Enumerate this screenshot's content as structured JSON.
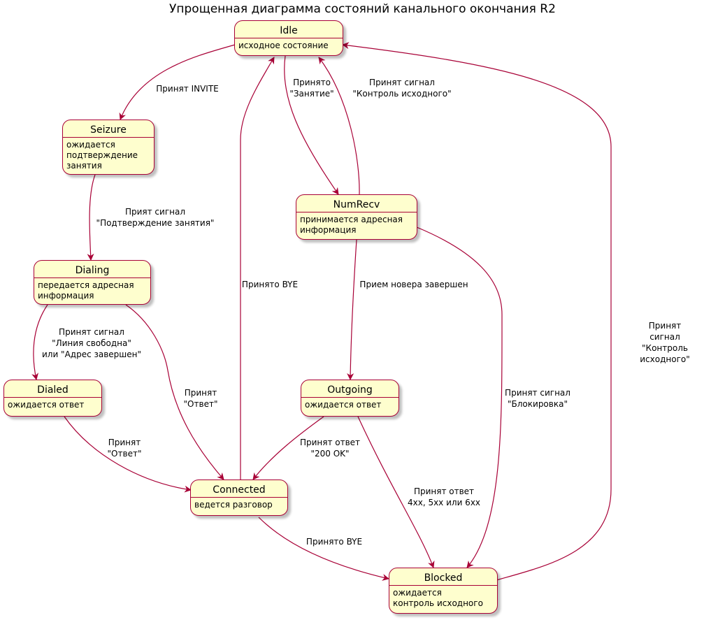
{
  "title": "Упрощенная диаграмма состояний канального окончания R2",
  "colors": {
    "state_fill": "#FEFECE",
    "state_border": "#A80036",
    "arrow": "#A80036"
  },
  "states": {
    "idle": {
      "name": "Idle",
      "desc": "исходное состояние"
    },
    "seizure": {
      "name": "Seizure",
      "desc": "ожидается\nподтверждение\nзанятия"
    },
    "numrecv": {
      "name": "NumRecv",
      "desc": "принимается адресная\nинформация"
    },
    "dialing": {
      "name": "Dialing",
      "desc": "передается адресная\nинформация"
    },
    "dialed": {
      "name": "Dialed",
      "desc": "ожидается ответ"
    },
    "outgoing": {
      "name": "Outgoing",
      "desc": "ожидается ответ"
    },
    "connected": {
      "name": "Connected",
      "desc": "ведется разговор"
    },
    "blocked": {
      "name": "Blocked",
      "desc": "ожидается\nконтроль исходного"
    }
  },
  "transitions": {
    "idle_seizure": "Принят INVITE",
    "idle_numrecv": "Принято\n\"Занятие\"",
    "numrecv_idle": "Принят сигнал\n\"Контроль исходного\"",
    "seizure_dialing": "Прият сигнал\n\"Подтверждение занятия\"",
    "connected_idle": "Принято BYE",
    "numrecv_outgoing": "Прием новера завершен",
    "blocked_idle": "Принят сигнал\n\"Контроль исходного\"",
    "dialing_dialed": "Принят сигнал\n\"Линия свободна\"\nили \"Адрес завершен\"",
    "dialing_connected": "Принят\n\"Ответ\"",
    "numrecv_blocked": "Принят сигнал\n\"Блокировка\"",
    "dialed_connected": "Принят\n\"Ответ\"",
    "outgoing_connected": "Принят ответ\n\"200 OK\"",
    "outgoing_blocked": "Принят ответ\n4xx, 5xx или 6xx",
    "connected_blocked": "Принято BYE"
  }
}
